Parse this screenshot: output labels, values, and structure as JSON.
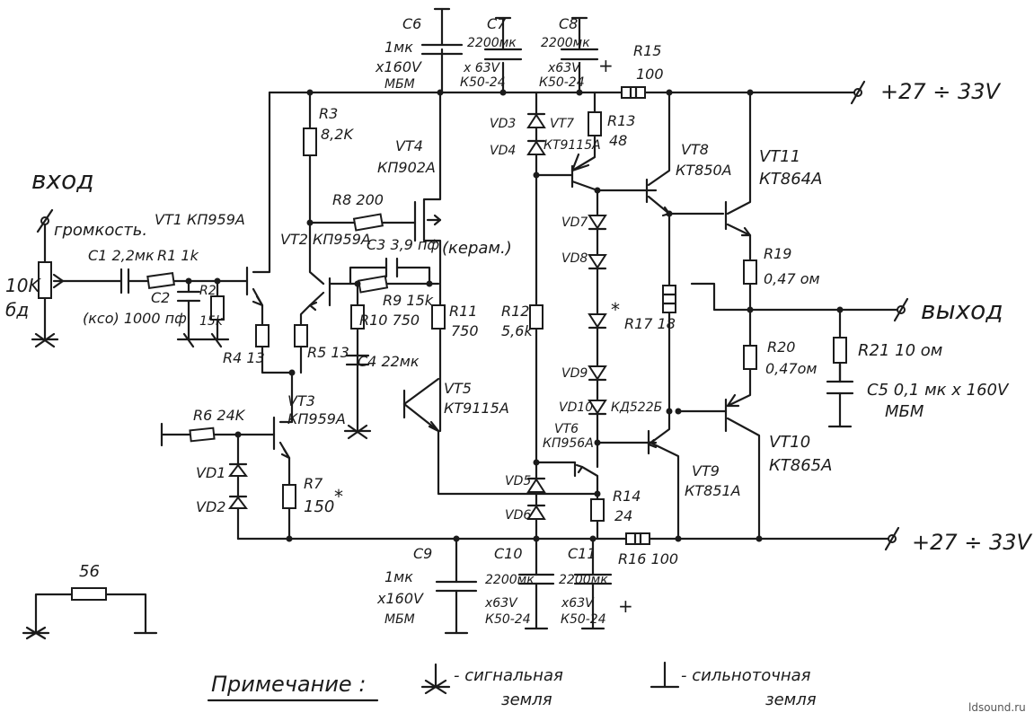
{
  "labels": {
    "input_title": "вход",
    "volume": "громкость.",
    "pot_value": "10K",
    "pot_type": "бд",
    "c1": "C1 2,2мк",
    "r1": "R1 1k",
    "c2": "C2",
    "c2_value": "(кco) 1000 пф",
    "r2": "R2",
    "r2_value": "15k",
    "r4": "R4 13",
    "r5": "R5 13",
    "vt1": "VT1  КП959А",
    "vt2": "VT2 КП959А",
    "vt3": "VT3",
    "vt3_type": "КП959А",
    "r3": "R3",
    "r3_value": "8,2K",
    "r6": "R6  24K",
    "vd1": "VD1",
    "vd2": "VD2",
    "r7": "R7",
    "r7_value": "150",
    "star": "*",
    "vt4": "VT4",
    "vt4_type": "КП902А",
    "r8": "R8  200",
    "c3": "C3  3,9 пф",
    "c3_note": "(керам.)",
    "r9": "R9 15k",
    "r10": "R10 750",
    "c4": "C4 22мк",
    "r11": "R11",
    "r11_value": "750",
    "vt5": "VT5",
    "vt5_type": "КТ9115А",
    "c6": "C6",
    "c6_value": "1мк",
    "c6_voltage": "х160V",
    "c6_type": "МБМ",
    "c7": "C7",
    "c7_value": "2200мк",
    "c7_voltage": "х 63V",
    "c7_type": "К50-24",
    "c8": "C8",
    "c8_value": "2200мк",
    "c8_voltage": "х63V",
    "c8_type": "К50-24",
    "plus": "+",
    "r15": "R15",
    "r15_value": "100",
    "supply_pos": "+27 ÷ 33V",
    "vd3": "VD3",
    "vd4": "VD4",
    "vt7": "VT7",
    "vt7_type": "КТ9115А",
    "r13": "R13",
    "r13_value": "48",
    "vt8": "VT8",
    "vt8_type": "КТ850А",
    "vt11": "VT11",
    "vt11_type": "КТ864А",
    "vd7": "VD7",
    "vd8": "VD8",
    "r12": "R12",
    "r12_value": "5,6k",
    "r17": "R17 18",
    "r19": "R19",
    "r19_value": "0,47 ом",
    "output_title": "выход",
    "r20": "R20",
    "r20_value": "0,47ом",
    "r21": "R21  10 ом",
    "c5": "C5  0,1 мк х 160V",
    "c5_type": "МБМ",
    "vd9": "VD9",
    "vd10": "VD10",
    "vd10_type": "КД522Б",
    "vt6": "VT6",
    "vt6_type": "КП956А",
    "vt9": "VT9",
    "vt9_type": "КТ851А",
    "vt10": "VT10",
    "vt10_type": "КТ865А",
    "vd5": "VD5",
    "vd6": "VD6",
    "r14": "R14",
    "r14_value": "24",
    "c9": "C9",
    "c9_value": "1мк",
    "c9_voltage": "х160V",
    "c9_type": "МБМ",
    "c10": "C10",
    "c10_value": "2200мк",
    "c10_voltage": "х63V",
    "c10_type": "К50-24",
    "c11": "C11",
    "c11_value": "2200мк",
    "c11_voltage": "х63V",
    "c11_type": "К50-24",
    "r16": "R16 100",
    "supply_neg": "+27 ÷ 33V",
    "r_legend": "56",
    "note_title": "Примечание :",
    "note_signal_line1": "- сигнальная",
    "note_signal_line2": "земля",
    "note_power_line1": "- сильноточная",
    "note_power_line2": "земля",
    "watermark": "ldsound.ru"
  }
}
